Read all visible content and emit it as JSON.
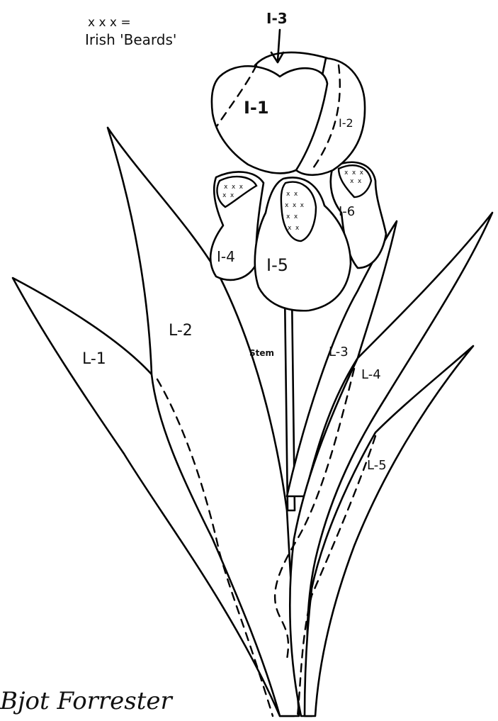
{
  "legend": {
    "line1": "x x x =",
    "line2": "Irish 'Beards'"
  },
  "labels": {
    "i1": "I-1",
    "i2": "I-2",
    "i3": "I-3",
    "i4": "I-4",
    "i5": "I-5",
    "i6": "I-6",
    "l1": "L-1",
    "l2": "L-2",
    "l3": "L-3",
    "l4": "L-4",
    "l5": "L-5",
    "stem": "Stem"
  },
  "signature": "Bjot Forrester"
}
